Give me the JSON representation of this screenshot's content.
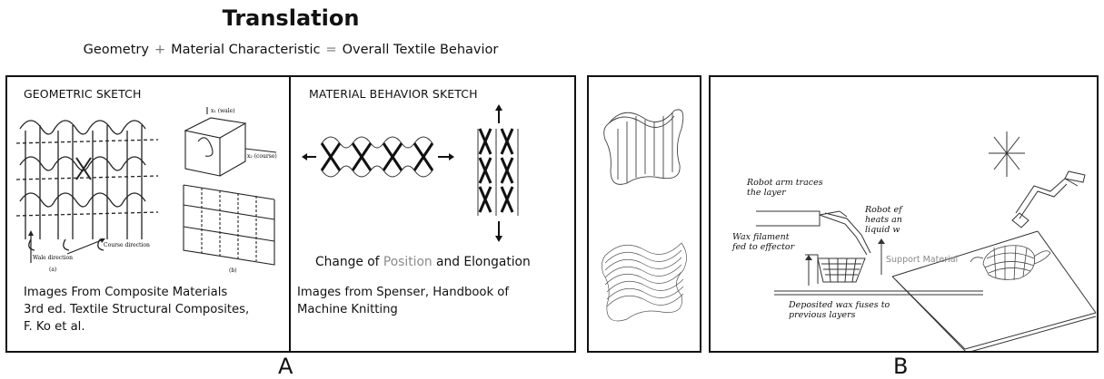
{
  "title": "Translation",
  "formula": {
    "term1": "Geometry",
    "plus": "+",
    "term2": "Material Characteristic",
    "equals": "=",
    "result": "Overall Textile Behavior"
  },
  "panel_a": {
    "geometric_heading": "GEOMETRIC SKETCH",
    "geometric_caption_lines": [
      "Images From Composite Materials",
      "3rd ed. Textile Structural Composites,",
      "F. Ko et al."
    ],
    "material_heading": "MATERIAL BEHAVIOR SKETCH",
    "change_prefix": "Change of ",
    "change_highlight": "Position",
    "change_suffix": " and Elongation",
    "highlight_color": "#8a8a8a",
    "material_caption_lines": [
      "Images from Spenser, Handbook of",
      "Machine Knitting"
    ],
    "sketch_labels": {
      "wale": "Wale\ndirection",
      "course": "Course\ndirection",
      "a": "(a)",
      "b": "(b)",
      "x1": "x₁ (wale)",
      "x2": "x₂ (course)"
    },
    "label": "A"
  },
  "panel_b": {
    "annotations": {
      "robot_arm": [
        "Robot arm traces",
        "the layer"
      ],
      "robot_ef": [
        "Robot ef",
        "heats an",
        "liquid w"
      ],
      "wax_filament": [
        "Wax filament",
        "fed to effector"
      ],
      "support": "Support Material",
      "deposited": [
        "Deposited wax fuses to",
        "previous layers"
      ]
    },
    "label": "B"
  }
}
